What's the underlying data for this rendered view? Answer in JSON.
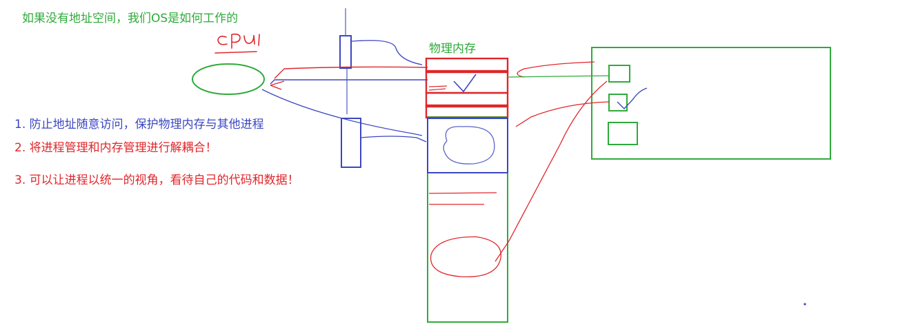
{
  "title": "如果没有地址空间，我们OS是如何工作的",
  "cpu_label": "CPU",
  "memory_label": "物理内存",
  "notes": [
    {
      "num": "1.",
      "text": "防止地址随意访问，保护物理内存与其他进程"
    },
    {
      "num": "2.",
      "text": "将进程管理和内存管理进行解耦合！"
    },
    {
      "num": "3.",
      "text": "可以让进程以统一的视角，看待自己的代码和数据！"
    }
  ],
  "colors": {
    "green": "#2eaa3a",
    "blue": "#3b46c0",
    "red": "#e0262b",
    "note1": "#3b46c0",
    "note2": "#e0262b",
    "note3": "#e0262b"
  }
}
